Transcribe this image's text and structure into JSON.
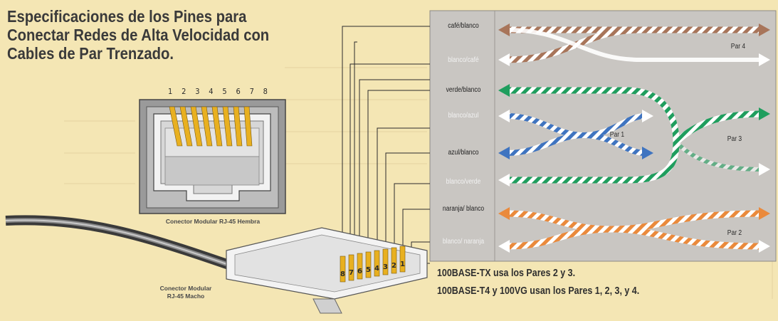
{
  "title": {
    "line1": "Especificaciones de los Pines para",
    "line2": "Conectar Redes de Alta Velocidad con",
    "line3": "Cables de Par Trenzado."
  },
  "jack": {
    "pin_numbers": [
      "1",
      "2",
      "3",
      "4",
      "5",
      "6",
      "7",
      "8"
    ],
    "caption": "Conector Modular RJ-45 Hembra"
  },
  "plug": {
    "caption_line1": "Conector Modular",
    "caption_line2": "RJ-45 Macho",
    "pin_numbers": [
      "8",
      "7",
      "6",
      "5",
      "4",
      "3",
      "2",
      "1"
    ]
  },
  "wires": [
    {
      "label": "café/blanco",
      "style": "solid"
    },
    {
      "label": "blanco/café",
      "style": "faint"
    },
    {
      "label": "verde/blanco",
      "style": "solid"
    },
    {
      "label": "blanco/azul",
      "style": "faint"
    },
    {
      "label": "azul/blanco",
      "style": "solid"
    },
    {
      "label": "blanco/verde",
      "style": "faint"
    },
    {
      "label": "naranja/ blanco",
      "style": "solid"
    },
    {
      "label": "blanco/ naranja",
      "style": "faint"
    }
  ],
  "pairs": {
    "par4": "Par 4",
    "par1": "Par 1",
    "par3": "Par 3",
    "par2": "Par 2"
  },
  "colors": {
    "background": "#f4e6b4",
    "panel": "#c9c6c2",
    "brown": "#a8755a",
    "green": "#1f9e5e",
    "blue": "#3f74c0",
    "orange": "#ea8a3c",
    "gold": "#e8b020"
  },
  "footnotes": {
    "line1": "100BASE-TX usa los Pares 2 y 3.",
    "line2": "100BASE-T4 y 100VG usan los Pares 1, 2, 3, y 4."
  }
}
